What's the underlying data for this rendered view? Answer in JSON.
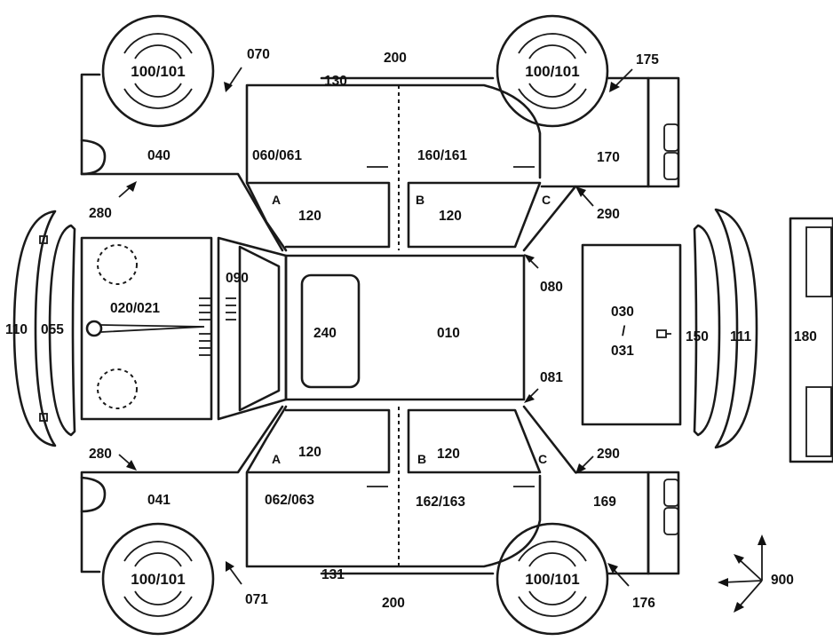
{
  "labels": {
    "roof": "010",
    "hood": "020/021",
    "trunk": "030\n/\n031",
    "fender_left_front": "040",
    "fender_right_front": "041",
    "bumper_front_center": "055",
    "door_front_left": "060/061",
    "door_front_right": "062/063",
    "mirror_label_top": "070",
    "mirror_label_bottom": "071",
    "pillar_top": "080",
    "pillar_bottom": "081",
    "windshield": "090",
    "bumper_front": "110",
    "bumper_rear": "111",
    "glass_120_a_top": "120",
    "glass_120_b_top": "120",
    "glass_120_a_bottom": "120",
    "glass_120_b_bottom": "120",
    "sill_top": "130",
    "sill_bottom": "131",
    "rear_window": "150",
    "door_rear_left": "160/161",
    "door_rear_right": "162/163",
    "quarter_left": "170",
    "quarter_right": "169",
    "wheel_arch_top": "175",
    "wheel_arch_bottom": "176",
    "rear_panel": "180",
    "roof_rail_top": "200",
    "roof_rail_bottom": "200",
    "sunroof": "240",
    "apron_top_left": "280",
    "apron_bottom_left": "280",
    "apron_top_right": "290",
    "apron_bottom_right": "290",
    "axis": "900",
    "pillar_a_top": "A",
    "pillar_b_top": "B",
    "pillar_c_top": "C",
    "pillar_a_bottom": "A",
    "pillar_b_bottom": "B",
    "pillar_c_bottom": "C",
    "wheel": "100/101"
  }
}
